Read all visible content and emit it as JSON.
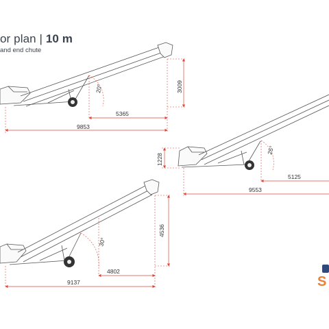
{
  "header": {
    "title_prefix": "or plan",
    "title_sep": " | ",
    "title_bold": "10 m",
    "subtitle": "and end chute"
  },
  "logo": {
    "text": "S"
  },
  "diagrams": {
    "top_left": {
      "angle": "20°",
      "height": "3009",
      "base": "5365",
      "total": "9853"
    },
    "right": {
      "angle": "25°",
      "height": "1228",
      "base": "5125",
      "total": "9553"
    },
    "bottom_left": {
      "angle": "30°",
      "height": "4536",
      "base": "4802",
      "total": "9137"
    }
  },
  "colors": {
    "dimension": "#e0463a",
    "drawing": "#555555",
    "title": "#3a4250",
    "logo": "#e8823a"
  }
}
